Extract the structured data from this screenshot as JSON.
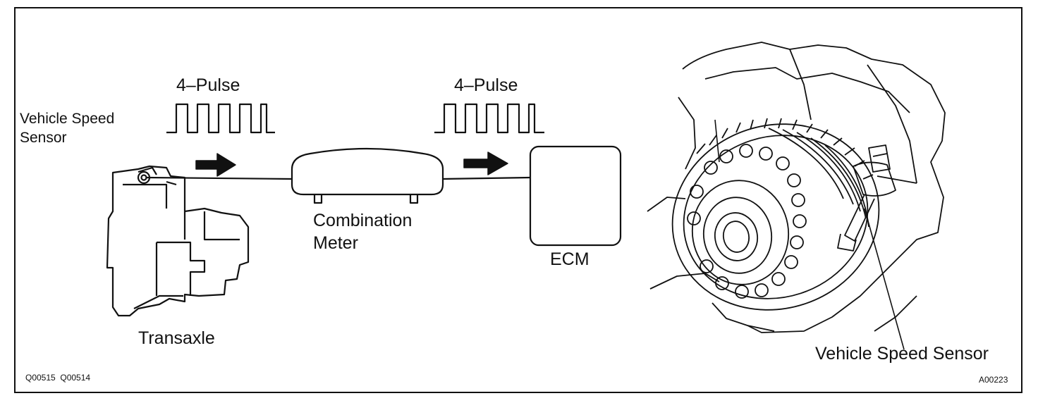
{
  "labels": {
    "pulse_left": "4–Pulse",
    "pulse_right": "4–Pulse",
    "vss_left_line1": "Vehicle Speed",
    "vss_left_line2": "Sensor",
    "transaxle": "Transaxle",
    "combination_meter_line1": "Combination",
    "combination_meter_line2": "Meter",
    "ecm": "ECM",
    "vss_right": "Vehicle Speed Sensor",
    "code_left": "Q00515  Q00514",
    "code_right": "A00223"
  },
  "colors": {
    "line": "#111111",
    "background": "#ffffff"
  }
}
